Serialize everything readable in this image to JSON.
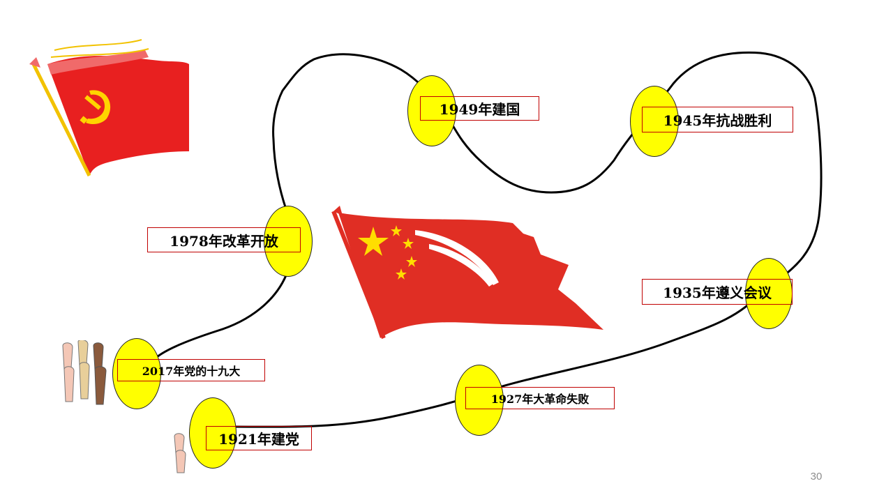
{
  "timeline": {
    "events": [
      {
        "id": "1921",
        "label": "1921年建党"
      },
      {
        "id": "1927",
        "label": "1927年大革命失败"
      },
      {
        "id": "1935",
        "label": "1935年遵义会议"
      },
      {
        "id": "1945",
        "label": "1945年抗战胜利"
      },
      {
        "id": "1949",
        "label": "1949年建国"
      },
      {
        "id": "1978",
        "label": "1978年改革开放"
      },
      {
        "id": "2017",
        "label": "2017年党的十九大"
      }
    ]
  },
  "slide": {
    "page_number": "30"
  },
  "colors": {
    "node_fill": "#ffff00",
    "label_border": "#c00000",
    "flag_red": "#e02020",
    "star_yellow": "#ffde00",
    "path_stroke": "#000000"
  },
  "icons": [
    "party-flag-icon",
    "national-flag-icon",
    "people-group-icon",
    "person-icon"
  ]
}
